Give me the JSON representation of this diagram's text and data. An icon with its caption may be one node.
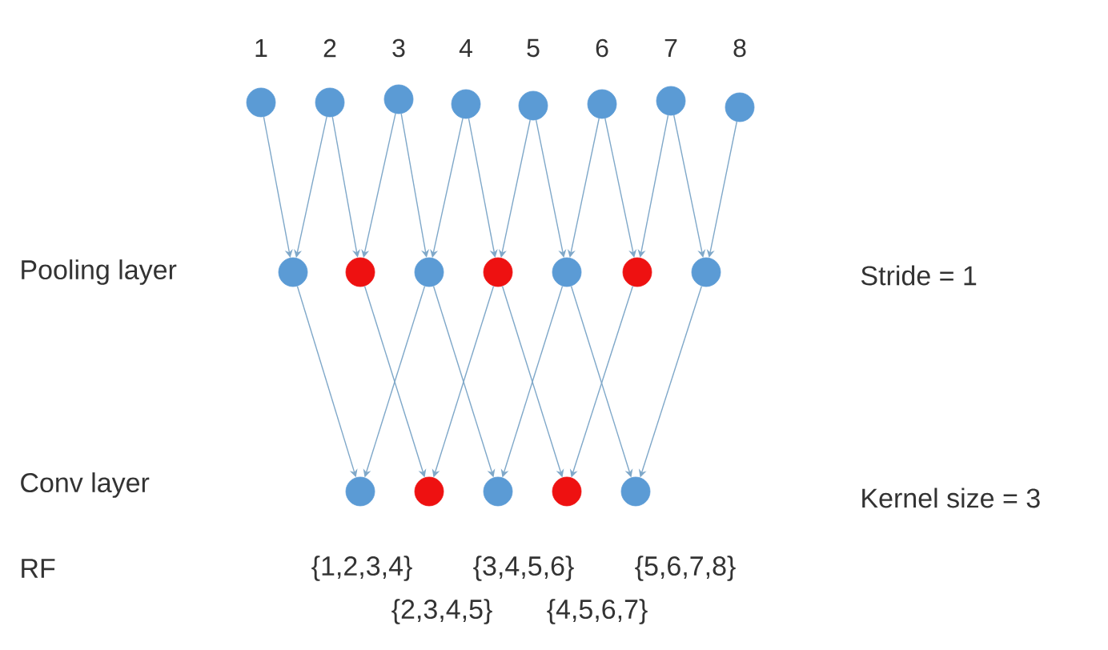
{
  "diagram": {
    "nodes": [
      {
        "text": [],
        "shape": "circle",
        "beside": [
          "1"
        ]
      },
      {
        "text": [],
        "shape": "circle",
        "beside": [
          "2"
        ]
      },
      {
        "text": [],
        "shape": "circle",
        "beside": [
          "3"
        ]
      },
      {
        "text": [],
        "shape": "circle",
        "beside": [
          "4"
        ]
      },
      {
        "text": [],
        "shape": "circle",
        "beside": [
          "5"
        ]
      },
      {
        "text": [],
        "shape": "circle",
        "beside": [
          "6"
        ]
      },
      {
        "text": [],
        "shape": "circle",
        "beside": [
          "7"
        ]
      },
      {
        "text": [],
        "shape": "circle",
        "beside": [
          "8"
        ]
      },
      {
        "text": [],
        "shape": "circle"
      },
      {
        "text": [],
        "shape": "circle"
      },
      {
        "text": [],
        "shape": "circle"
      },
      {
        "text": [],
        "shape": "circle"
      },
      {
        "text": [],
        "shape": "circle"
      },
      {
        "text": [],
        "shape": "circle"
      },
      {
        "text": [],
        "shape": "circle"
      },
      {
        "text": [],
        "shape": "circle"
      },
      {
        "text": [],
        "shape": "circle"
      },
      {
        "text": [],
        "shape": "circle"
      },
      {
        "text": [],
        "shape": "circle"
      },
      {
        "text": [],
        "shape": "circle"
      }
    ],
    "edges": [
      {
        "from": 0,
        "to": 8,
        "arrow": "to"
      },
      {
        "from": 1,
        "to": 8,
        "arrow": "to"
      },
      {
        "from": 1,
        "to": 9,
        "arrow": "to"
      },
      {
        "from": 2,
        "to": 9,
        "arrow": "to"
      },
      {
        "from": 2,
        "to": 10,
        "arrow": "to"
      },
      {
        "from": 3,
        "to": 10,
        "arrow": "to"
      },
      {
        "from": 3,
        "to": 11,
        "arrow": "to"
      },
      {
        "from": 4,
        "to": 11,
        "arrow": "to"
      },
      {
        "from": 4,
        "to": 12,
        "arrow": "to"
      },
      {
        "from": 5,
        "to": 12,
        "arrow": "to"
      },
      {
        "from": 5,
        "to": 13,
        "arrow": "to"
      },
      {
        "from": 6,
        "to": 13,
        "arrow": "to"
      },
      {
        "from": 6,
        "to": 14,
        "arrow": "to"
      },
      {
        "from": 7,
        "to": 14,
        "arrow": "to"
      },
      {
        "from": 8,
        "to": 15,
        "arrow": "to"
      },
      {
        "from": 10,
        "to": 15,
        "arrow": "to"
      },
      {
        "from": 9,
        "to": 16,
        "arrow": "to"
      },
      {
        "from": 11,
        "to": 16,
        "arrow": "to"
      },
      {
        "from": 10,
        "to": 17,
        "arrow": "to"
      },
      {
        "from": 12,
        "to": 17,
        "arrow": "to"
      },
      {
        "from": 11,
        "to": 18,
        "arrow": "to"
      },
      {
        "from": 13,
        "to": 18,
        "arrow": "to"
      },
      {
        "from": 12,
        "to": 19,
        "arrow": "to"
      },
      {
        "from": 14,
        "to": 19,
        "arrow": "to"
      }
    ],
    "labels": [
      "Pooling layer",
      "Stride = 1",
      "Conv layer",
      "Kernel size = 3",
      "RF",
      "{1,2,3,4}",
      "{3,4,5,6}",
      "{5,6,7,8}",
      "{2,3,4,5}",
      "{4,5,6,7}"
    ]
  }
}
